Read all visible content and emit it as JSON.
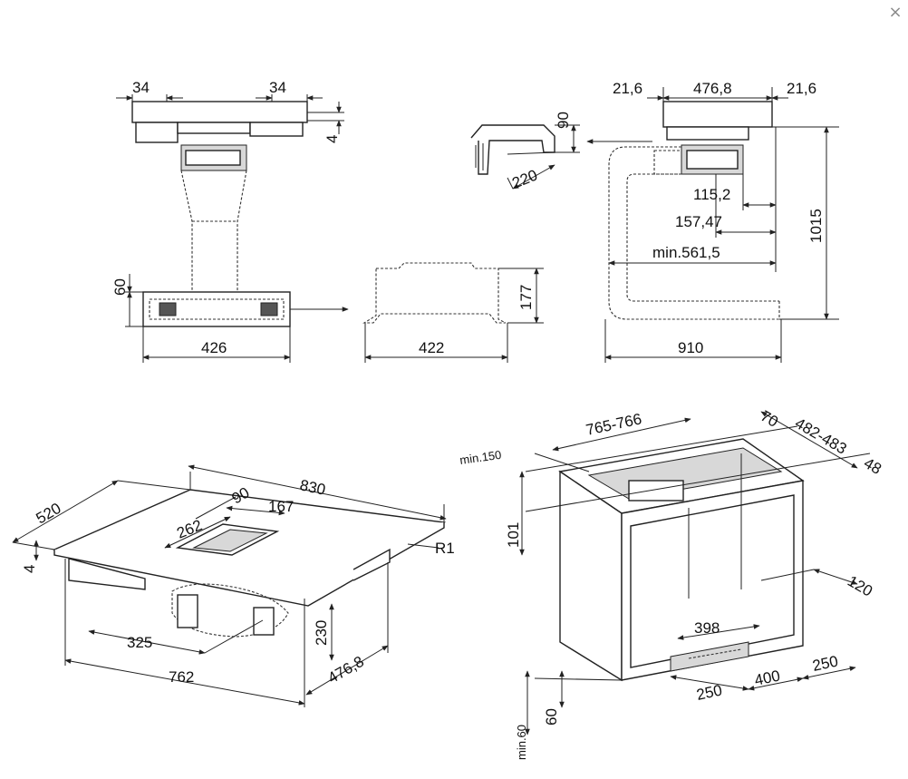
{
  "ui": {
    "close_icon": "×"
  },
  "labels": {
    "d34_left": "34",
    "d34_right": "34",
    "d4_top": "4",
    "d60_left": "60",
    "d426": "426",
    "d422": "422",
    "d177": "177",
    "d90_top": "90",
    "d220": "220",
    "d21_6_left": "21,6",
    "d476_8_top": "476,8",
    "d21_6_right": "21,6",
    "d115_2": "115,2",
    "d157_47": "157,47",
    "d_min561_5": "min.561,5",
    "d1015": "1015",
    "d910": "910",
    "d520": "520",
    "d830": "830",
    "d90_mid": "90",
    "d167": "167",
    "d262": "262",
    "d4_left": "4",
    "dR1": "R1",
    "d325": "325",
    "d230": "230",
    "d762": "762",
    "d476_8_bottom": "476,8",
    "d_min150": "min.150",
    "d765_766": "765-766",
    "d70": "70",
    "d482_483": "482-483",
    "d48": "48",
    "d101": "101",
    "d120": "120",
    "d398": "398",
    "d250_a": "250",
    "d400": "400",
    "d250_b": "250",
    "d60_bottom": "60",
    "d_min60": "min.60"
  }
}
